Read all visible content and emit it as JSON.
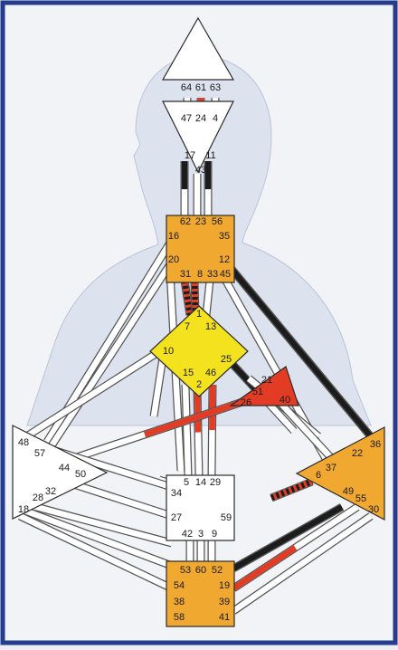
{
  "colors": {
    "frame": "#253c8c",
    "background": "#f1f3f7",
    "silhouette": "#dde3ee",
    "channel": "#ffffff",
    "channel_outline": "#555555",
    "black": "#1c1c1c",
    "red": "#e23c24",
    "yellow": "#f4e21f",
    "orange": "#f0a830",
    "white_center": "#ffffff"
  },
  "gates": {
    "head": [
      "64",
      "61",
      "63"
    ],
    "ajna": [
      "47",
      "24",
      "4",
      "17",
      "11",
      "43"
    ],
    "throat": [
      "62",
      "23",
      "56",
      "16",
      "35",
      "20",
      "12",
      "31",
      "8",
      "33",
      "45"
    ],
    "g": [
      "1",
      "7",
      "13",
      "10",
      "25",
      "15",
      "46",
      "2"
    ],
    "heart": [
      "21",
      "51",
      "26",
      "40"
    ],
    "spleen": [
      "48",
      "57",
      "44",
      "50",
      "32",
      "28",
      "18"
    ],
    "sacral": [
      "5",
      "14",
      "29",
      "34",
      "27",
      "59",
      "42",
      "3",
      "9"
    ],
    "solar_plexus": [
      "36",
      "22",
      "37",
      "6",
      "49",
      "55",
      "30"
    ],
    "root": [
      "53",
      "60",
      "52",
      "54",
      "19",
      "38",
      "39",
      "58",
      "41"
    ]
  }
}
